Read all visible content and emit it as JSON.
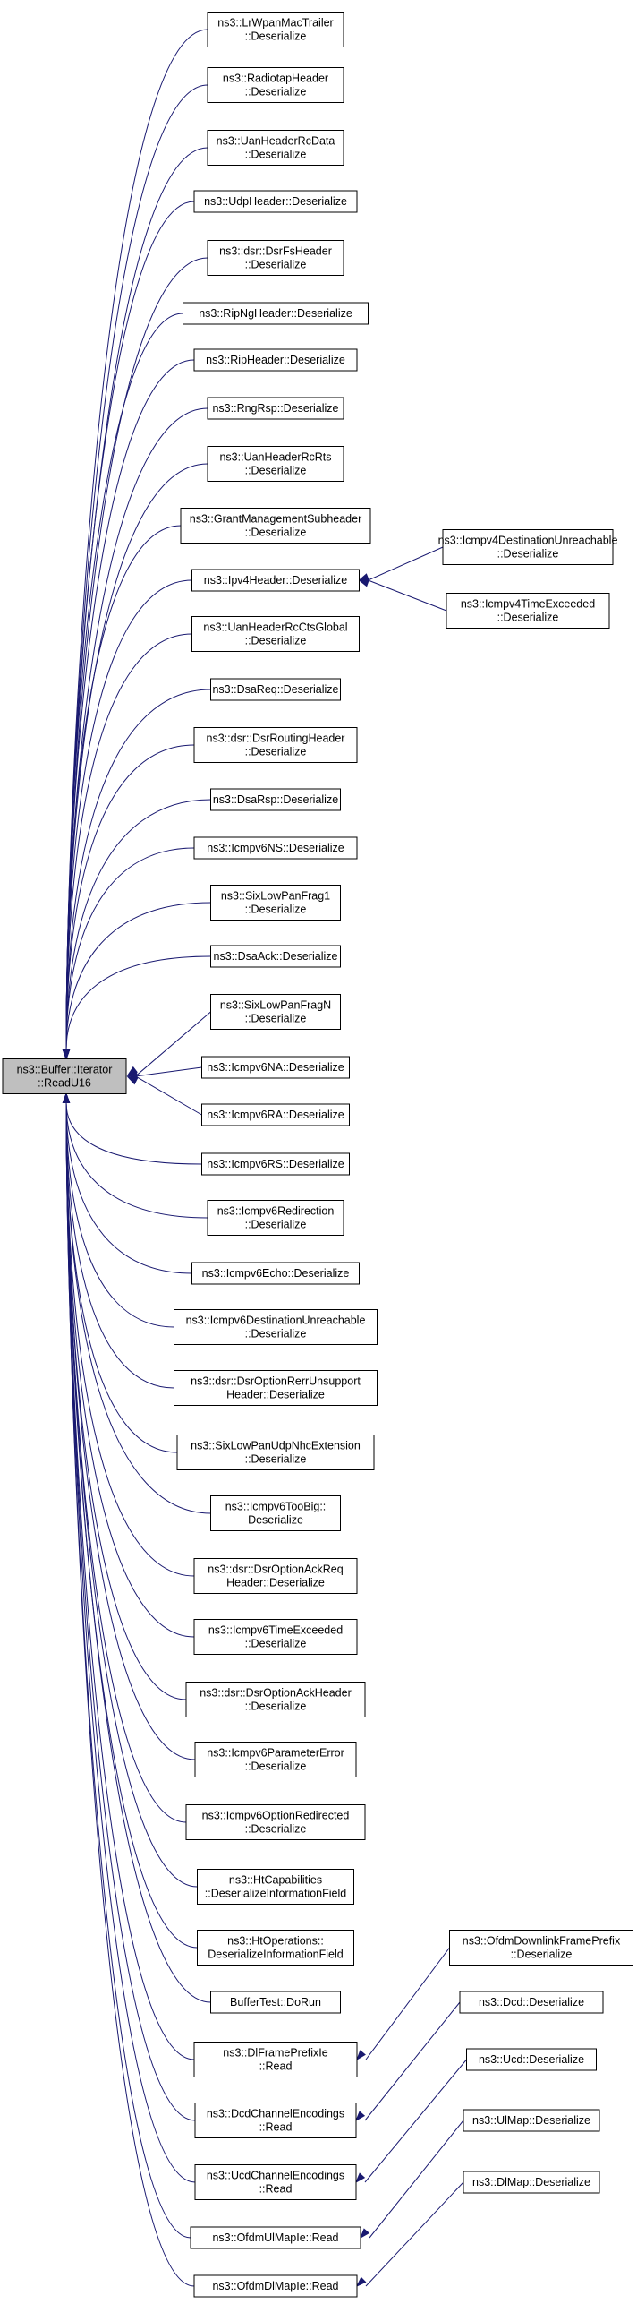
{
  "root": {
    "id": "root",
    "lines": [
      "ns3::Buffer::Iterator",
      "::ReadU16"
    ]
  },
  "callers": [
    {
      "id": "c0",
      "lines": [
        "ns3::LrWpanMacTrailer",
        "::Deserialize"
      ]
    },
    {
      "id": "c1",
      "lines": [
        "ns3::RadiotapHeader",
        "::Deserialize"
      ]
    },
    {
      "id": "c2",
      "lines": [
        "ns3::UanHeaderRcData",
        "::Deserialize"
      ]
    },
    {
      "id": "c3",
      "lines": [
        "ns3::UdpHeader::Deserialize"
      ]
    },
    {
      "id": "c4",
      "lines": [
        "ns3::dsr::DsrFsHeader",
        "::Deserialize"
      ]
    },
    {
      "id": "c5",
      "lines": [
        "ns3::RipNgHeader::Deserialize"
      ]
    },
    {
      "id": "c6",
      "lines": [
        "ns3::RipHeader::Deserialize"
      ]
    },
    {
      "id": "c7",
      "lines": [
        "ns3::RngRsp::Deserialize"
      ]
    },
    {
      "id": "c8",
      "lines": [
        "ns3::UanHeaderRcRts",
        "::Deserialize"
      ]
    },
    {
      "id": "c9",
      "lines": [
        "ns3::GrantManagementSubheader",
        "::Deserialize"
      ]
    },
    {
      "id": "c10",
      "lines": [
        "ns3::Ipv4Header::Deserialize"
      ]
    },
    {
      "id": "c11",
      "lines": [
        "ns3::UanHeaderRcCtsGlobal",
        "::Deserialize"
      ]
    },
    {
      "id": "c12",
      "lines": [
        "ns3::DsaReq::Deserialize"
      ]
    },
    {
      "id": "c13",
      "lines": [
        "ns3::dsr::DsrRoutingHeader",
        "::Deserialize"
      ]
    },
    {
      "id": "c14",
      "lines": [
        "ns3::DsaRsp::Deserialize"
      ]
    },
    {
      "id": "c15",
      "lines": [
        "ns3::Icmpv6NS::Deserialize"
      ]
    },
    {
      "id": "c16",
      "lines": [
        "ns3::SixLowPanFrag1",
        "::Deserialize"
      ]
    },
    {
      "id": "c17",
      "lines": [
        "ns3::DsaAck::Deserialize"
      ]
    },
    {
      "id": "c18",
      "lines": [
        "ns3::SixLowPanFragN",
        "::Deserialize"
      ]
    },
    {
      "id": "c19",
      "lines": [
        "ns3::Icmpv6NA::Deserialize"
      ]
    },
    {
      "id": "c20",
      "lines": [
        "ns3::Icmpv6RA::Deserialize"
      ]
    },
    {
      "id": "c21",
      "lines": [
        "ns3::Icmpv6RS::Deserialize"
      ]
    },
    {
      "id": "c22",
      "lines": [
        "ns3::Icmpv6Redirection",
        "::Deserialize"
      ]
    },
    {
      "id": "c23",
      "lines": [
        "ns3::Icmpv6Echo::Deserialize"
      ]
    },
    {
      "id": "c24",
      "lines": [
        "ns3::Icmpv6DestinationUnreachable",
        "::Deserialize"
      ]
    },
    {
      "id": "c25",
      "lines": [
        "ns3::dsr::DsrOptionRerrUnsupport",
        "Header::Deserialize"
      ]
    },
    {
      "id": "c26",
      "lines": [
        "ns3::SixLowPanUdpNhcExtension",
        "::Deserialize"
      ]
    },
    {
      "id": "c27",
      "lines": [
        "ns3::Icmpv6TooBig::",
        "Deserialize"
      ]
    },
    {
      "id": "c28",
      "lines": [
        "ns3::dsr::DsrOptionAckReq",
        "Header::Deserialize"
      ]
    },
    {
      "id": "c29",
      "lines": [
        "ns3::Icmpv6TimeExceeded",
        "::Deserialize"
      ]
    },
    {
      "id": "c30",
      "lines": [
        "ns3::dsr::DsrOptionAckHeader",
        "::Deserialize"
      ]
    },
    {
      "id": "c31",
      "lines": [
        "ns3::Icmpv6ParameterError",
        "::Deserialize"
      ]
    },
    {
      "id": "c32",
      "lines": [
        "ns3::Icmpv6OptionRedirected",
        "::Deserialize"
      ]
    },
    {
      "id": "c33",
      "lines": [
        "ns3::HtCapabilities",
        "::DeserializeInformationField"
      ]
    },
    {
      "id": "c34",
      "lines": [
        "ns3::HtOperations::",
        "DeserializeInformationField"
      ]
    },
    {
      "id": "c35",
      "lines": [
        "BufferTest::DoRun"
      ]
    },
    {
      "id": "c36",
      "lines": [
        "ns3::DlFramePrefixIe",
        "::Read"
      ]
    },
    {
      "id": "c37",
      "lines": [
        "ns3::DcdChannelEncodings",
        "::Read"
      ]
    },
    {
      "id": "c38",
      "lines": [
        "ns3::UcdChannelEncodings",
        "::Read"
      ]
    },
    {
      "id": "c39",
      "lines": [
        "ns3::OfdmUlMapIe::Read"
      ]
    },
    {
      "id": "c40",
      "lines": [
        "ns3::OfdmDlMapIe::Read"
      ]
    }
  ],
  "secondary": [
    {
      "id": "s0",
      "parent": "c10",
      "lines": [
        "ns3::Icmpv4DestinationUnreachable",
        "::Deserialize"
      ]
    },
    {
      "id": "s1",
      "parent": "c10",
      "lines": [
        "ns3::Icmpv4TimeExceeded",
        "::Deserialize"
      ]
    },
    {
      "id": "s2",
      "parent": "c36",
      "lines": [
        "ns3::OfdmDownlinkFramePrefix",
        "::Deserialize"
      ]
    },
    {
      "id": "s3",
      "parent": "c37",
      "lines": [
        "ns3::Dcd::Deserialize"
      ]
    },
    {
      "id": "s4",
      "parent": "c38",
      "lines": [
        "ns3::Ucd::Deserialize"
      ]
    },
    {
      "id": "s5",
      "parent": "c39",
      "lines": [
        "ns3::UlMap::Deserialize"
      ]
    },
    {
      "id": "s6",
      "parent": "c40",
      "lines": [
        "ns3::DlMap::Deserialize"
      ]
    }
  ],
  "colors": {
    "edge": "#191970",
    "root_fill": "#bfbfbf",
    "node_fill": "#ffffff",
    "border": "#000000"
  }
}
